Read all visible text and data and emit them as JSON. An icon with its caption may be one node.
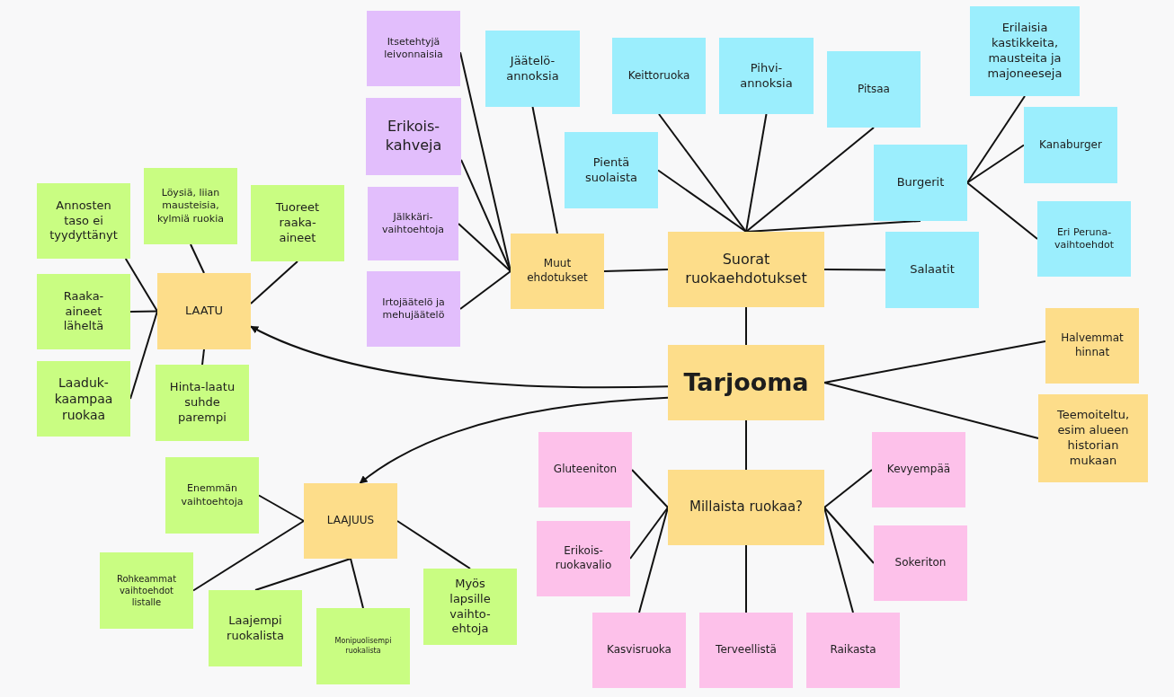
{
  "diagram": {
    "nodes": [
      {
        "text": [
          "Tarjooma"
        ]
      },
      {
        "text": [
          "Suorat ruokaehdotukset"
        ]
      },
      {
        "text": [
          "Muut ehdotukset"
        ]
      },
      {
        "text": [
          "Itsetehtyjä leivonnaisia"
        ]
      },
      {
        "text": [
          "Erikois-kahveja"
        ]
      },
      {
        "text": [
          "Jälkkäri-vaihtoehtoja"
        ]
      },
      {
        "text": [
          "Irtojäätelö ja mehujäätelö"
        ]
      },
      {
        "text": [
          "Jäätelö-annoksia"
        ]
      },
      {
        "text": [
          "Keittoruoka"
        ]
      },
      {
        "text": [
          "Pihvi-annoksia"
        ]
      },
      {
        "text": [
          "Pitsaa"
        ]
      },
      {
        "text": [
          "Pientä suolaista"
        ]
      },
      {
        "text": [
          "Burgerit"
        ]
      },
      {
        "text": [
          "Erilaisia kastikkeita, mausteita ja majoneeseja"
        ]
      },
      {
        "text": [
          "Kanaburger"
        ]
      },
      {
        "text": [
          "Eri Peruna-vaihtoehdot"
        ]
      },
      {
        "text": [
          "Salaatit"
        ]
      },
      {
        "text": [
          "LAATU"
        ]
      },
      {
        "text": [
          "Annosten taso ei tyydyttänyt"
        ]
      },
      {
        "text": [
          "Löysiä, liian mausteisia, kylmiä ruokia"
        ]
      },
      {
        "text": [
          "Tuoreet raaka-aineet"
        ]
      },
      {
        "text": [
          "Raaka-aineet läheltä"
        ]
      },
      {
        "text": [
          "Laaduk-kaampaa ruokaa"
        ]
      },
      {
        "text": [
          "Hinta-laatu suhde parempi"
        ]
      },
      {
        "text": [
          "Halvemmat hinnat"
        ]
      },
      {
        "text": [
          "Teemoiteltu, esim alueen historian mukaan"
        ]
      },
      {
        "text": [
          "LAAJUUS"
        ]
      },
      {
        "text": [
          "Enemmän vaihtoehtoja"
        ]
      },
      {
        "text": [
          "Rohkeammat vaihtoehdot listalle"
        ]
      },
      {
        "text": [
          "Laajempi ruokalista"
        ]
      },
      {
        "text": [
          "Monipuolisempi ruokalista"
        ]
      },
      {
        "text": [
          "Myös lapsille vaihto-ehtoja"
        ]
      },
      {
        "text": [
          "Millaista ruokaa?"
        ]
      },
      {
        "text": [
          "Gluteeniton"
        ]
      },
      {
        "text": [
          "Erikois-ruokavalio"
        ]
      },
      {
        "text": [
          "Kasvisruoka"
        ]
      },
      {
        "text": [
          "Terveellistä"
        ]
      },
      {
        "text": [
          "Raikasta"
        ]
      },
      {
        "text": [
          "Kevyempää"
        ]
      },
      {
        "text": [
          "Sokeriton"
        ]
      }
    ],
    "edges": [
      {
        "from": 0,
        "to": 1,
        "arrow": "none"
      },
      {
        "from": 1,
        "to": 2,
        "arrow": "none"
      },
      {
        "from": 2,
        "to": 3,
        "arrow": "none"
      },
      {
        "from": 2,
        "to": 4,
        "arrow": "none"
      },
      {
        "from": 2,
        "to": 5,
        "arrow": "none"
      },
      {
        "from": 2,
        "to": 6,
        "arrow": "none"
      },
      {
        "from": 2,
        "to": 7,
        "arrow": "none"
      },
      {
        "from": 1,
        "to": 11,
        "arrow": "none"
      },
      {
        "from": 1,
        "to": 8,
        "arrow": "none"
      },
      {
        "from": 1,
        "to": 9,
        "arrow": "none"
      },
      {
        "from": 1,
        "to": 10,
        "arrow": "none"
      },
      {
        "from": 1,
        "to": 12,
        "arrow": "none"
      },
      {
        "from": 1,
        "to": 16,
        "arrow": "none"
      },
      {
        "from": 12,
        "to": 13,
        "arrow": "none"
      },
      {
        "from": 12,
        "to": 14,
        "arrow": "none"
      },
      {
        "from": 12,
        "to": 15,
        "arrow": "none"
      },
      {
        "from": 0,
        "to": 17,
        "arrow": "to"
      },
      {
        "from": 17,
        "to": 18,
        "arrow": "none"
      },
      {
        "from": 17,
        "to": 19,
        "arrow": "none"
      },
      {
        "from": 17,
        "to": 20,
        "arrow": "none"
      },
      {
        "from": 17,
        "to": 21,
        "arrow": "none"
      },
      {
        "from": 17,
        "to": 22,
        "arrow": "none"
      },
      {
        "from": 17,
        "to": 23,
        "arrow": "none"
      },
      {
        "from": 0,
        "to": 24,
        "arrow": "none"
      },
      {
        "from": 0,
        "to": 25,
        "arrow": "none"
      },
      {
        "from": 0,
        "to": 26,
        "arrow": "to"
      },
      {
        "from": 26,
        "to": 27,
        "arrow": "none"
      },
      {
        "from": 26,
        "to": 28,
        "arrow": "none"
      },
      {
        "from": 26,
        "to": 29,
        "arrow": "none"
      },
      {
        "from": 26,
        "to": 30,
        "arrow": "none"
      },
      {
        "from": 26,
        "to": 31,
        "arrow": "none"
      },
      {
        "from": 0,
        "to": 32,
        "arrow": "none"
      },
      {
        "from": 32,
        "to": 33,
        "arrow": "none"
      },
      {
        "from": 32,
        "to": 34,
        "arrow": "none"
      },
      {
        "from": 32,
        "to": 35,
        "arrow": "none"
      },
      {
        "from": 32,
        "to": 36,
        "arrow": "none"
      },
      {
        "from": 32,
        "to": 37,
        "arrow": "none"
      },
      {
        "from": 32,
        "to": 38,
        "arrow": "none"
      },
      {
        "from": 32,
        "to": 39,
        "arrow": "none"
      }
    ]
  }
}
